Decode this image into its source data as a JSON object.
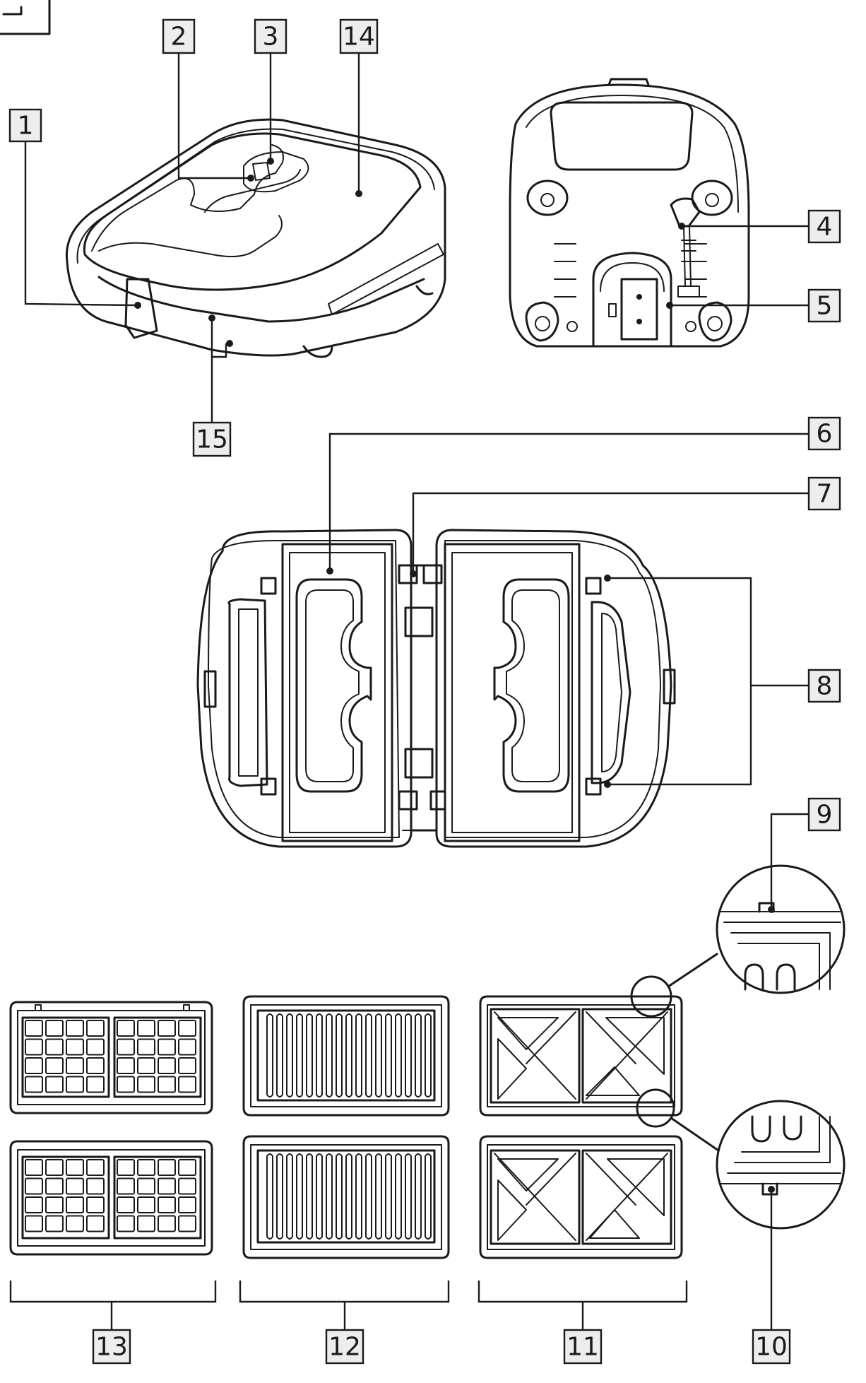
{
  "labels": {
    "l1": "1",
    "l2": "2",
    "l3": "3",
    "l4": "4",
    "l5": "5",
    "l6": "6",
    "l7": "7",
    "l8": "8",
    "l9": "9",
    "l10": "10",
    "l11": "11",
    "l12": "12",
    "l13": "13",
    "l14": "14",
    "l15": "15"
  },
  "colors": {
    "line": "#1a1a1a",
    "label_box": "#ededed",
    "background": "#ffffff"
  }
}
